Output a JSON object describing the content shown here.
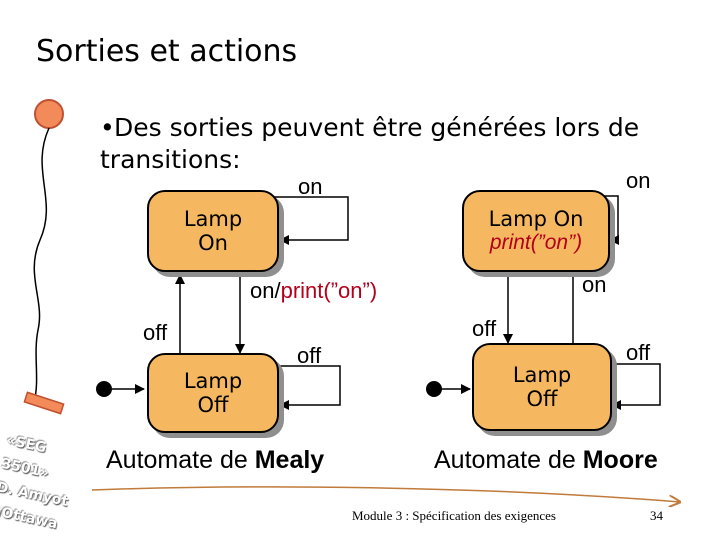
{
  "slide": {
    "title": "Sorties et actions",
    "bullet": "Des sorties peuvent être générées lors de transitions:"
  },
  "mealy": {
    "state_on": [
      "Lamp",
      "On"
    ],
    "state_off": [
      "Lamp",
      "Off"
    ],
    "self_loop_label": "on",
    "transition_on_prefix": "on/",
    "transition_on_action": "print(”on”)",
    "transition_off_label": "off",
    "self_loop_off_label": "off",
    "caption_prefix": "Automate de ",
    "caption_bold": "Mealy"
  },
  "moore": {
    "state_on": [
      "Lamp On",
      "print(”on”)"
    ],
    "state_off": [
      "Lamp",
      "Off"
    ],
    "self_loop_label": "on",
    "transition_on_label": "on",
    "transition_off_label": "off",
    "self_loop_off_label": "off",
    "caption_prefix": "Automate de ",
    "caption_bold": "Moore"
  },
  "seal": [
    "«SEG 3501»",
    "D. Amyot",
    "uOttawa"
  ],
  "footer": {
    "module": "Module 3 : Spécification des exigences",
    "page": "34"
  },
  "colors": {
    "state_fill": "#f5b860",
    "action_red": "#b3001b",
    "lamp_bulb": "#f28a5a"
  }
}
